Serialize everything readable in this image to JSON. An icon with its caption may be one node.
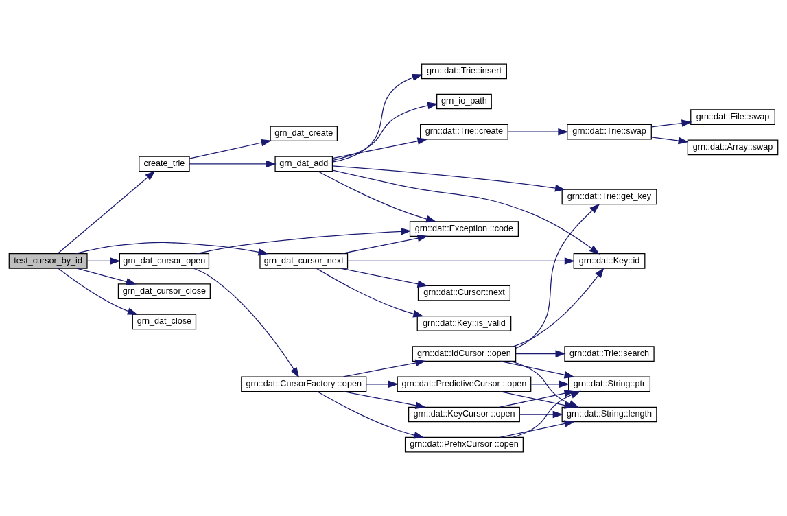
{
  "diagram": {
    "nodes": [
      {
        "text": [
          "test_cursor_by_id"
        ]
      },
      {
        "text": [
          "create_trie"
        ]
      },
      {
        "text": [
          "grn_dat_create"
        ]
      },
      {
        "text": [
          "grn_dat_add"
        ]
      },
      {
        "text": [
          "grn::dat::Trie::insert"
        ]
      },
      {
        "text": [
          "grn_io_path"
        ]
      },
      {
        "text": [
          "grn::dat::Trie::create"
        ]
      },
      {
        "text": [
          "grn::dat::Trie::swap"
        ]
      },
      {
        "text": [
          "grn::dat::File::swap"
        ]
      },
      {
        "text": [
          "grn::dat::Array::swap"
        ]
      },
      {
        "text": [
          "grn::dat::Trie::get_key"
        ]
      },
      {
        "text": [
          "grn::dat::Exception ::code"
        ]
      },
      {
        "text": [
          "grn::dat::Key::id"
        ]
      },
      {
        "text": [
          "grn_dat_cursor_open"
        ]
      },
      {
        "text": [
          "grn_dat_cursor_next"
        ]
      },
      {
        "text": [
          "grn_dat_cursor_close"
        ]
      },
      {
        "text": [
          "grn_dat_close"
        ]
      },
      {
        "text": [
          "grn::dat::Key::is_valid"
        ]
      },
      {
        "text": [
          "grn::dat::Cursor::next"
        ]
      },
      {
        "text": [
          "grn::dat::CursorFactory ::open"
        ]
      },
      {
        "text": [
          "grn::dat::IdCursor ::open"
        ]
      },
      {
        "text": [
          "grn::dat::Trie::search"
        ]
      },
      {
        "text": [
          "grn::dat::PrefixCursor ::open"
        ]
      },
      {
        "text": [
          "grn::dat::String::length"
        ]
      },
      {
        "text": [
          "grn::dat::PredictiveCursor ::open"
        ]
      },
      {
        "text": [
          "grn::dat::String::ptr"
        ]
      },
      {
        "text": [
          "grn::dat::KeyCursor ::open"
        ]
      }
    ],
    "edges": [
      {
        "from": 0,
        "to": 1,
        "arrow": "to"
      },
      {
        "from": 0,
        "to": 14,
        "arrow": "to"
      },
      {
        "from": 0,
        "to": 13,
        "arrow": "to"
      },
      {
        "from": 0,
        "to": 15,
        "arrow": "to"
      },
      {
        "from": 0,
        "to": 16,
        "arrow": "to"
      },
      {
        "from": 1,
        "to": 2,
        "arrow": "to"
      },
      {
        "from": 1,
        "to": 3,
        "arrow": "to"
      },
      {
        "from": 3,
        "to": 4,
        "arrow": "to"
      },
      {
        "from": 3,
        "to": 5,
        "arrow": "to"
      },
      {
        "from": 3,
        "to": 6,
        "arrow": "to"
      },
      {
        "from": 3,
        "to": 10,
        "arrow": "to"
      },
      {
        "from": 3,
        "to": 11,
        "arrow": "to"
      },
      {
        "from": 3,
        "to": 12,
        "arrow": "to"
      },
      {
        "from": 6,
        "to": 7,
        "arrow": "to"
      },
      {
        "from": 7,
        "to": 8,
        "arrow": "to"
      },
      {
        "from": 7,
        "to": 9,
        "arrow": "to"
      },
      {
        "from": 13,
        "to": 11,
        "arrow": "to"
      },
      {
        "from": 13,
        "to": 19,
        "arrow": "to"
      },
      {
        "from": 14,
        "to": 11,
        "arrow": "to"
      },
      {
        "from": 14,
        "to": 12,
        "arrow": "to"
      },
      {
        "from": 14,
        "to": 17,
        "arrow": "to"
      },
      {
        "from": 14,
        "to": 18,
        "arrow": "to"
      },
      {
        "from": 19,
        "to": 20,
        "arrow": "to"
      },
      {
        "from": 19,
        "to": 22,
        "arrow": "to"
      },
      {
        "from": 19,
        "to": 24,
        "arrow": "to"
      },
      {
        "from": 19,
        "to": 26,
        "arrow": "to"
      },
      {
        "from": 20,
        "to": 10,
        "arrow": "to"
      },
      {
        "from": 20,
        "to": 12,
        "arrow": "to"
      },
      {
        "from": 20,
        "to": 21,
        "arrow": "to"
      },
      {
        "from": 20,
        "to": 23,
        "arrow": "to"
      },
      {
        "from": 20,
        "to": 25,
        "arrow": "to"
      },
      {
        "from": 22,
        "to": 23,
        "arrow": "to"
      },
      {
        "from": 22,
        "to": 25,
        "arrow": "to"
      },
      {
        "from": 24,
        "to": 23,
        "arrow": "to"
      },
      {
        "from": 24,
        "to": 25,
        "arrow": "to"
      },
      {
        "from": 26,
        "to": 23,
        "arrow": "to"
      },
      {
        "from": 26,
        "to": 25,
        "arrow": "to"
      }
    ]
  }
}
